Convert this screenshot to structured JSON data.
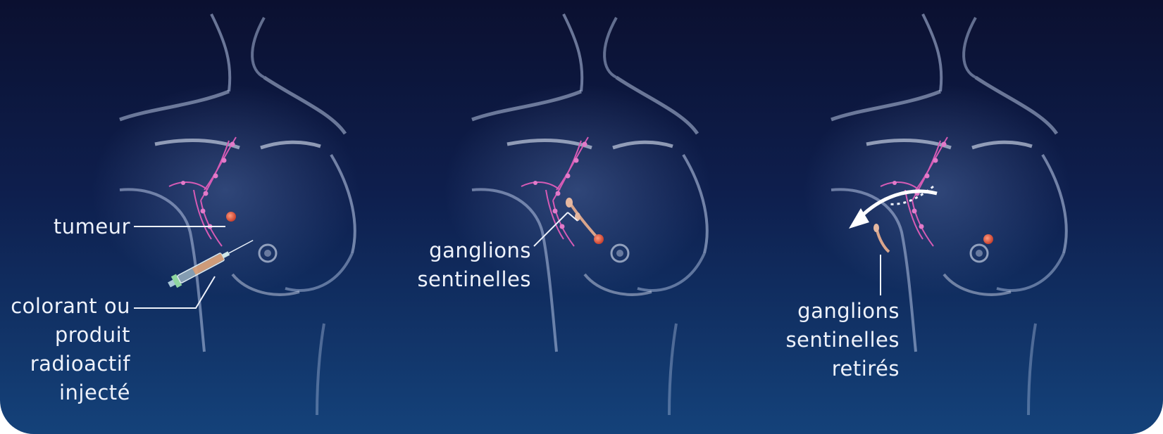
{
  "colors": {
    "bg_top": "#0b1030",
    "bg_bottom": "#14427a",
    "label_text": "#eef2fb",
    "lymph_vessels": "#d65bb5",
    "tumor": "#e0604a",
    "sentinel_nodes": "#d9a58c",
    "syringe_liquid": "#e09a6a",
    "syringe_plunger": "#8fd6a0"
  },
  "panels": [
    {
      "step": "injection",
      "labels": {
        "tumor": "tumeur",
        "injection": [
          "colorant ou",
          "produit",
          "radioactif",
          "injecté"
        ]
      },
      "icons": [
        "torso-illustration",
        "lymphatic-vessels",
        "tumor",
        "syringe-icon"
      ]
    },
    {
      "step": "detection",
      "labels": {
        "sentinel_nodes": [
          "ganglions",
          "sentinelles"
        ]
      },
      "icons": [
        "torso-illustration",
        "lymphatic-vessels",
        "sentinel-nodes",
        "tumor"
      ]
    },
    {
      "step": "removal",
      "labels": {
        "removed_nodes": [
          "ganglions",
          "sentinelles",
          "retirés"
        ]
      },
      "icons": [
        "torso-illustration",
        "lymphatic-vessels",
        "removed-nodes",
        "curved-arrow-icon",
        "incision-dotted-line",
        "tumor"
      ]
    }
  ]
}
